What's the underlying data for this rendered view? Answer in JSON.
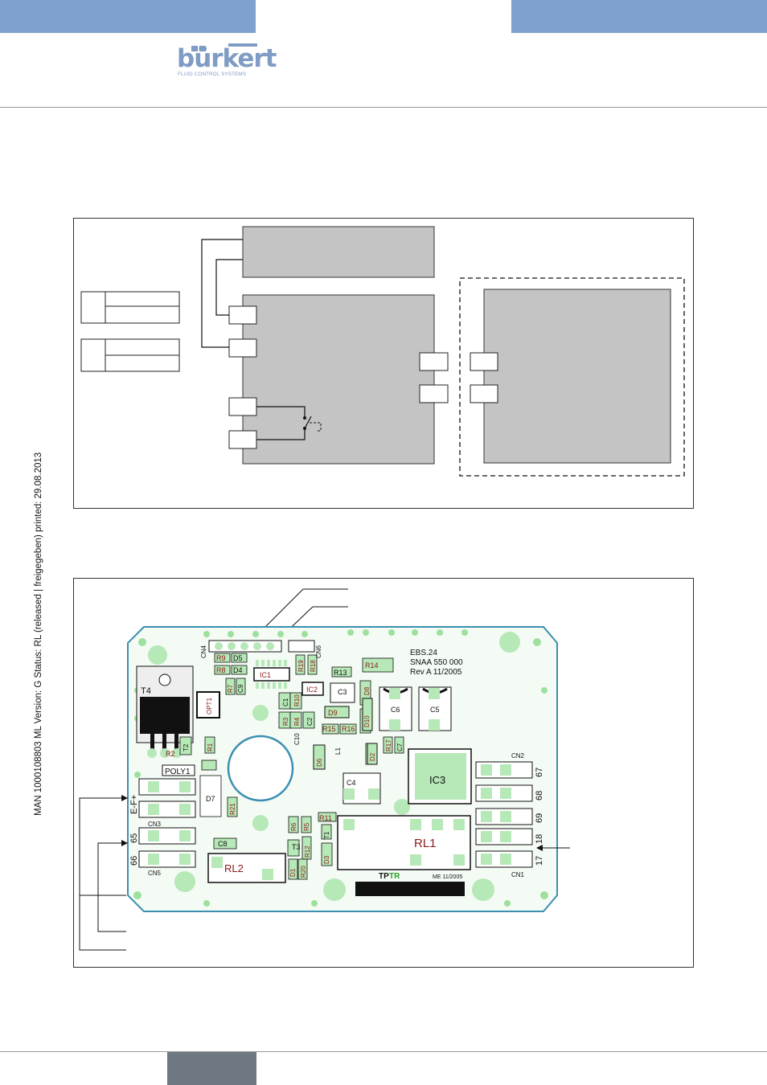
{
  "header": {
    "logo": {
      "name": "bürkert",
      "tagline": "FLUID CONTROL SYSTEMS"
    },
    "band_color": "#7fa1cf"
  },
  "sidebar": {
    "document_info": "MAN  1000108803  ML  Version: G  Status: RL (released | freigegeben)  printed: 29.08.2013"
  },
  "pcb": {
    "board_labels": {
      "line1": "EBS.24",
      "line2": "SNAA 550 000",
      "line3": "Rev A 11/2005"
    },
    "brand_mark": {
      "tp": "TP",
      "tr": "TR"
    },
    "date_mark": "ME 11/2005",
    "components": {
      "r9": "R9",
      "d5": "D5",
      "r8": "R8",
      "d4": "D4",
      "ic1": "IC1",
      "cn4": "CN4",
      "cn6": "CN6",
      "r19": "R19",
      "r18": "R18",
      "r13": "R13",
      "r14": "R14",
      "r7": "R7",
      "c9": "C9",
      "t4": "T4",
      "opt1": "OPT1",
      "ic2": "IC2",
      "c3": "C3",
      "d8": "D8",
      "c6": "C6",
      "c5": "C5",
      "c1": "C1",
      "r10": "R10",
      "r3": "R3",
      "r4": "R4",
      "c2": "C2",
      "d9": "D9",
      "c10": "C10",
      "r15": "R15",
      "r16": "R16",
      "d10": "D10",
      "r1": "R1",
      "t2": "T2",
      "r2": "R2",
      "d6": "D6",
      "l1": "L1",
      "d2": "D2",
      "r17": "R17",
      "c7": "C7",
      "ic3": "IC3",
      "cn2": "CN2",
      "poly1": "POLY1",
      "c4": "C4",
      "d7": "D7",
      "r21": "R21",
      "cn3": "CN3",
      "r6": "R6",
      "r5": "R5",
      "r11": "R11",
      "t1": "T1",
      "rl1": "RL1",
      "c8": "C8",
      "t3": "T3",
      "r12": "R12",
      "d3": "D3",
      "rl2": "RL2",
      "d1": "D1",
      "r20": "R20",
      "cn5": "CN5",
      "cn1": "CN1"
    },
    "terminals": {
      "ef_plus": "E-F+",
      "t65": "65",
      "t66": "66",
      "t67": "67",
      "t68": "68",
      "t69": "69",
      "t18": "18",
      "t17": "17"
    }
  }
}
